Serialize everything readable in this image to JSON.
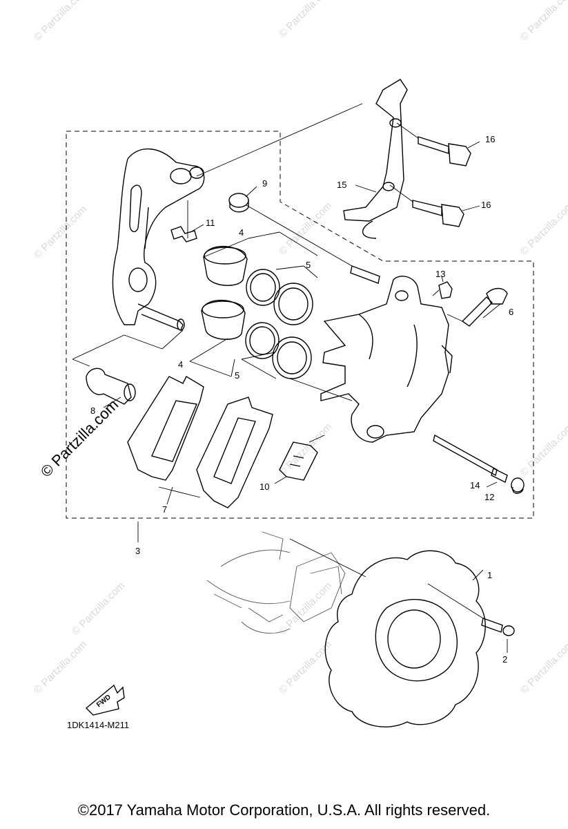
{
  "diagram": {
    "code": "1DK1414-M211",
    "fwd_label": "FWD",
    "copyright": "©2017  Yamaha Motor Corporation, U.S.A. All rights reserved.",
    "watermark_small": "© Partzilla.com",
    "watermark_large": "© Partzilla.com",
    "callouts": {
      "c1": "1",
      "c2": "2",
      "c3": "3",
      "c4a": "4",
      "c4b": "4",
      "c5a": "5",
      "c5b": "5",
      "c6": "6",
      "c7": "7",
      "c8": "8",
      "c9": "9",
      "c10": "10",
      "c11": "11",
      "c12": "12",
      "c13": "13",
      "c14": "14",
      "c15": "15",
      "c16a": "16",
      "c16b": "16"
    }
  }
}
